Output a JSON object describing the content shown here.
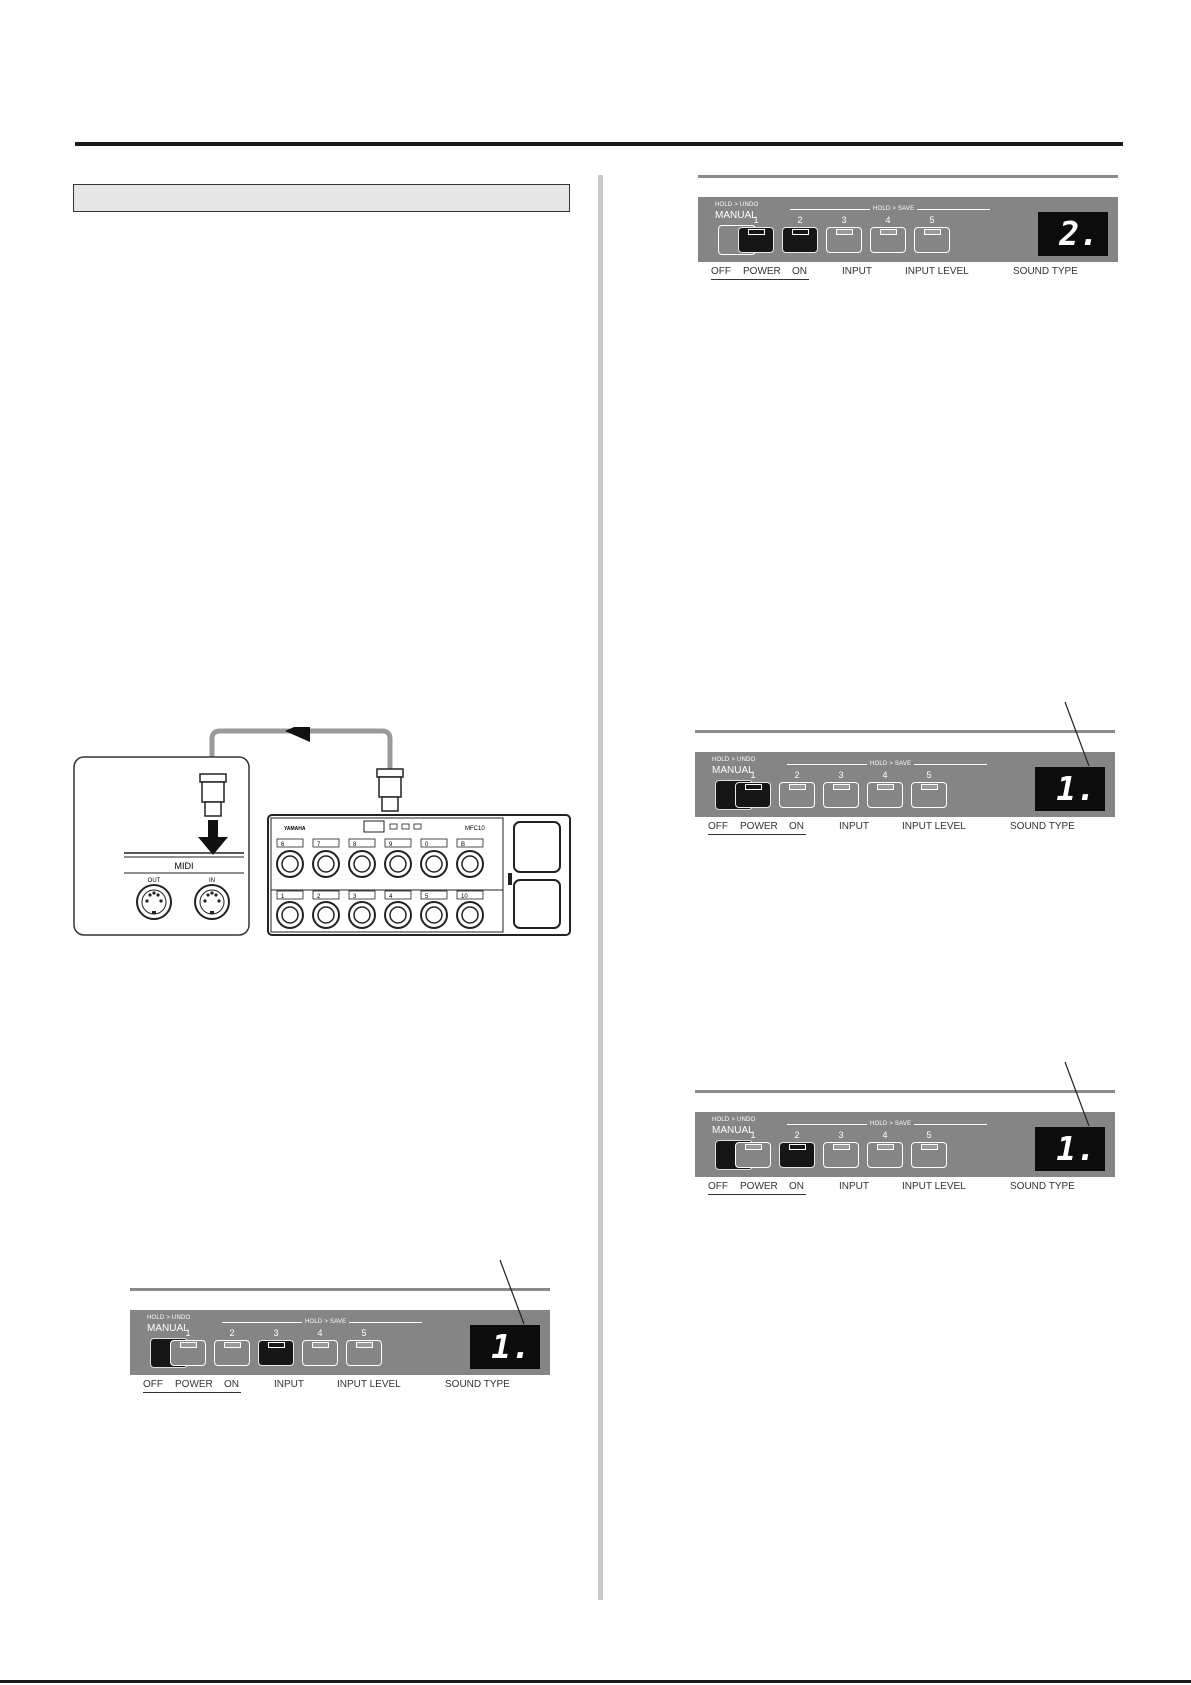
{
  "panel": {
    "hold_undo": "HOLD > UNDO",
    "manual": "MANUAL",
    "hold_save": "HOLD > SAVE",
    "buttons": [
      "1",
      "2",
      "3",
      "4",
      "5"
    ],
    "labels": {
      "off": "OFF",
      "power": "POWER",
      "on": "ON",
      "input": "INPUT",
      "input_level": "INPUT  LEVEL",
      "sound_type": "SOUND TYPE"
    }
  },
  "panels": [
    {
      "id": "panel-top-right",
      "manual_lit": false,
      "lit": [
        1,
        2
      ],
      "display": "2."
    },
    {
      "id": "panel-middle-right",
      "manual_lit": true,
      "lit": [
        1
      ],
      "display": "1."
    },
    {
      "id": "panel-lower-right",
      "manual_lit": true,
      "lit": [
        2
      ],
      "display": "1."
    },
    {
      "id": "panel-bottom-left",
      "manual_lit": true,
      "lit": [
        3
      ],
      "display": "1."
    }
  ],
  "midi": {
    "brand": "YAMAHA",
    "model": "MFC10",
    "label": "MIDI",
    "out": "OUT",
    "in": "IN",
    "top_row": [
      "6",
      "7",
      "8",
      "9",
      "0",
      "B"
    ],
    "bottom_row": [
      "1",
      "2",
      "3",
      "4",
      "5",
      "10"
    ]
  }
}
